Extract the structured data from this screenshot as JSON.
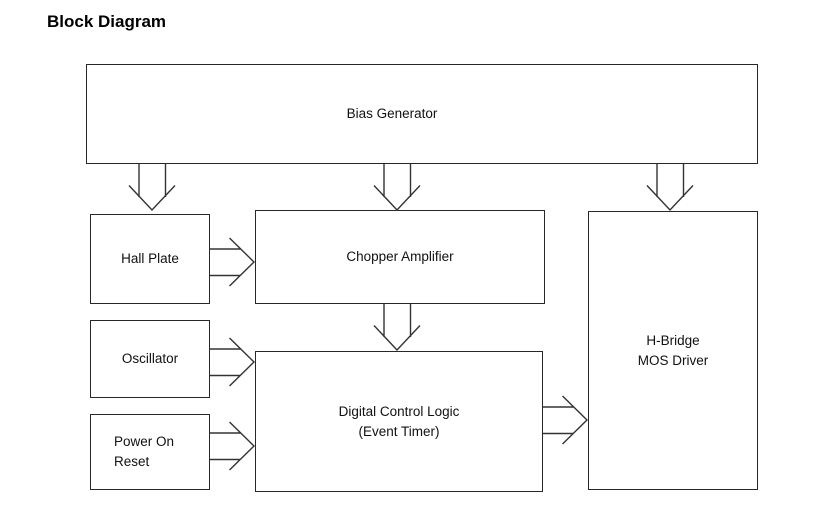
{
  "page": {
    "title": "Block Diagram",
    "background_color": "#ffffff",
    "box_border_color": "#282828",
    "arrow_color": "#333333",
    "text_color": "#111111"
  },
  "blocks": {
    "bias_generator": {
      "label": "Bias Generator"
    },
    "hall_plate": {
      "label": "Hall Plate"
    },
    "chopper_amplifier": {
      "label": "Chopper Amplifier"
    },
    "oscillator": {
      "label": "Oscillator"
    },
    "power_on_reset": {
      "line1": "Power On",
      "line2": "Reset"
    },
    "digital_control_logic": {
      "line1": "Digital Control Logic",
      "line2": "(Event Timer)"
    },
    "h_bridge_mos_driver": {
      "line1": "H-Bridge",
      "line2": "MOS Driver"
    }
  },
  "connections": [
    {
      "from": "Bias Generator",
      "to": "Hall Plate",
      "direction": "down"
    },
    {
      "from": "Bias Generator",
      "to": "Chopper Amplifier",
      "direction": "down"
    },
    {
      "from": "Bias Generator",
      "to": "H-Bridge MOS Driver",
      "direction": "down"
    },
    {
      "from": "Hall Plate",
      "to": "Chopper Amplifier",
      "direction": "right"
    },
    {
      "from": "Chopper Amplifier",
      "to": "Digital Control Logic (Event Timer)",
      "direction": "down"
    },
    {
      "from": "Oscillator",
      "to": "Digital Control Logic (Event Timer)",
      "direction": "right"
    },
    {
      "from": "Power On Reset",
      "to": "Digital Control Logic (Event Timer)",
      "direction": "right"
    },
    {
      "from": "Digital Control Logic (Event Timer)",
      "to": "H-Bridge MOS Driver",
      "direction": "right"
    }
  ]
}
